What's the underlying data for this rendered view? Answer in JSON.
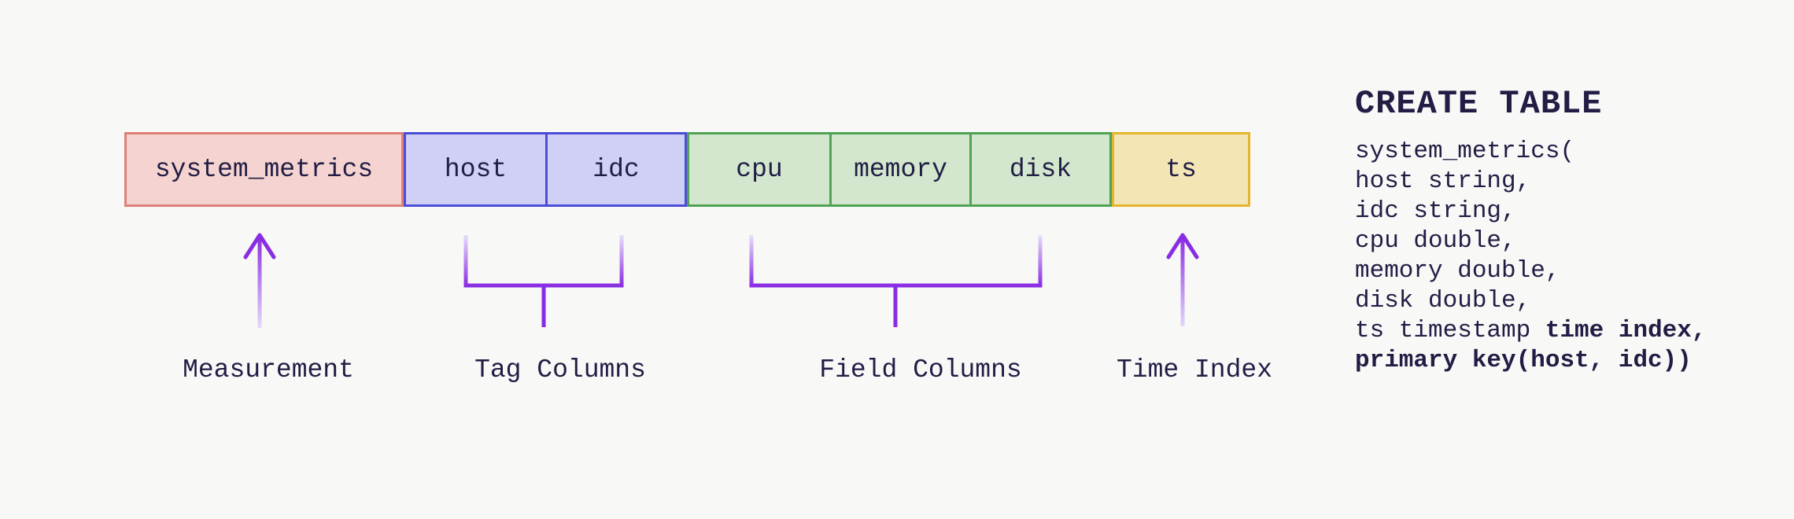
{
  "colors": {
    "background": "#f8f8f7",
    "text": "#211d44",
    "accent_purple": "#8a2ce2",
    "accent_purple_fade": "#e6defa",
    "measurement_fill": "#f5d3d0",
    "measurement_border": "#df7f76",
    "tag_fill": "#d0cff6",
    "tag_border": "#4c4cd8",
    "field_fill": "#d2e7cd",
    "field_border": "#4ea452",
    "time_fill": "#f3e5b4",
    "time_border": "#e6b52b"
  },
  "strip": {
    "measurement_cell": "system_metrics",
    "tag_cells": [
      "host",
      "idc"
    ],
    "field_cells": [
      "cpu",
      "memory",
      "disk"
    ],
    "time_cell": "ts"
  },
  "annotations": {
    "measurement": "Measurement",
    "tags": "Tag Columns",
    "fields": "Field Columns",
    "time": "Time Index"
  },
  "code": {
    "heading": "CREATE TABLE",
    "lines": [
      [
        {
          "t": "system_metrics(",
          "b": false
        }
      ],
      [
        {
          "t": "host string,",
          "b": false
        }
      ],
      [
        {
          "t": "idc string,",
          "b": false
        }
      ],
      [
        {
          "t": "cpu double,",
          "b": false
        }
      ],
      [
        {
          "t": "memory double,",
          "b": false
        }
      ],
      [
        {
          "t": "disk double,",
          "b": false
        }
      ],
      [
        {
          "t": "ts timestamp ",
          "b": false
        },
        {
          "t": "time index,",
          "b": true
        }
      ],
      [
        {
          "t": "primary key(host, idc))",
          "b": true
        }
      ]
    ]
  }
}
